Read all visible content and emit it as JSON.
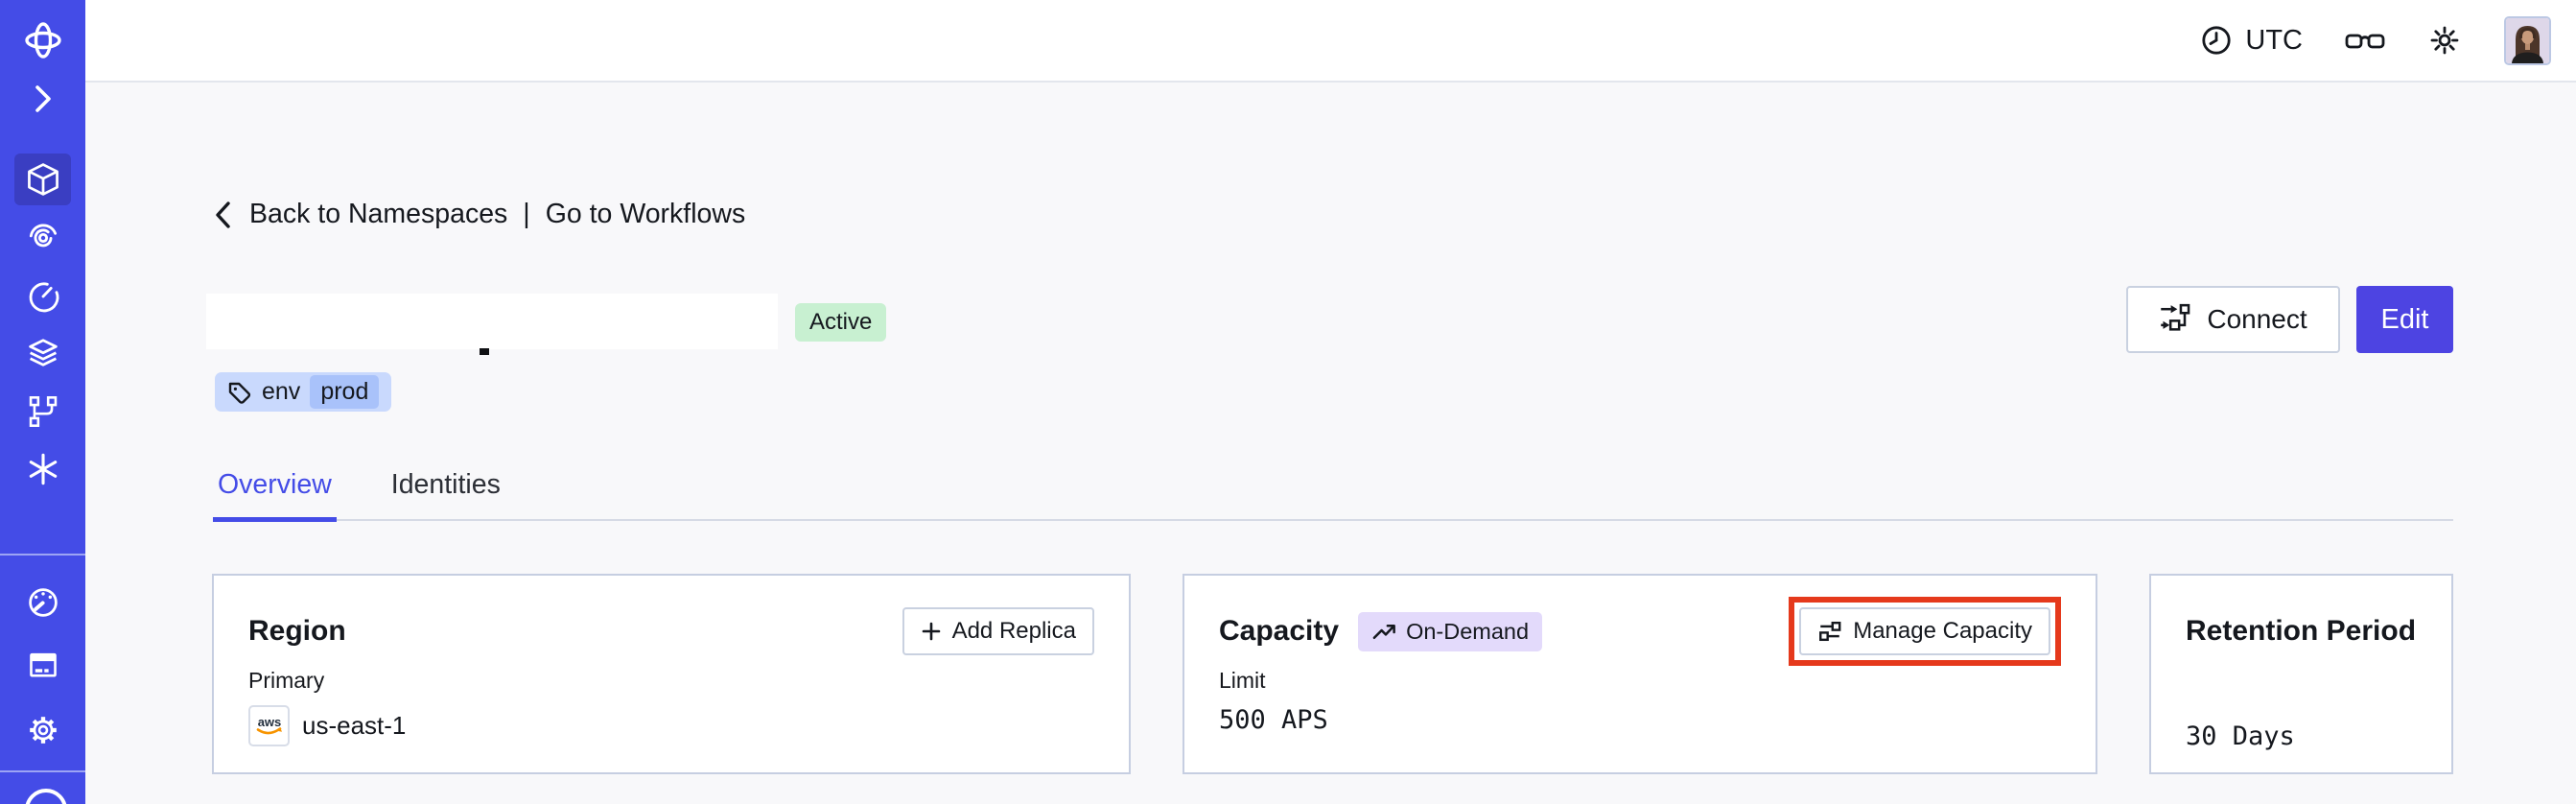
{
  "colors": {
    "accent": "#444ce7",
    "accent-active": "#3a3ec2",
    "edit": "#4d44e2",
    "green-bg": "#c8f0d1",
    "lavender-bg": "#e3dafb",
    "tag-bg": "#c9d9fd",
    "tag-inner-bg": "#a9c2fa",
    "red": "#e5391c",
    "text": "#15181e",
    "page-bg": "#f8f8fa"
  },
  "topbar": {
    "timezone": "UTC",
    "icons": [
      "clock-icon",
      "glasses-icon",
      "sun-icon",
      "user-avatar"
    ]
  },
  "sidebar": {
    "icons": [
      "temporal-logo",
      "chevron-right-icon",
      "cube-icon",
      "spiral-icon",
      "timer-icon",
      "layers-icon",
      "branch-icon",
      "asterisk-icon",
      "gauge-icon",
      "billing-card-icon",
      "gear-icon",
      "partial-circle-icon"
    ],
    "active_item": "cube-icon"
  },
  "breadcrumb": {
    "back_label": "Back to Namespaces",
    "divider": "|",
    "forward_label": "Go to Workflows"
  },
  "header": {
    "status_badge": "Active",
    "tag_key": "env",
    "tag_value": "prod",
    "connect_label": "Connect",
    "edit_label": "Edit"
  },
  "tabs": [
    {
      "label": "Overview",
      "active": true
    },
    {
      "label": "Identities",
      "active": false
    }
  ],
  "cards": {
    "region": {
      "title": "Region",
      "action_label": "Add Replica",
      "field_label": "Primary",
      "provider": "aws",
      "value": "us-east-1"
    },
    "capacity": {
      "title": "Capacity",
      "badge": "On-Demand",
      "action_label": "Manage Capacity",
      "action_highlighted": true,
      "field_label": "Limit",
      "value": "500 APS"
    },
    "retention": {
      "title": "Retention Period",
      "value": "30 Days"
    }
  }
}
